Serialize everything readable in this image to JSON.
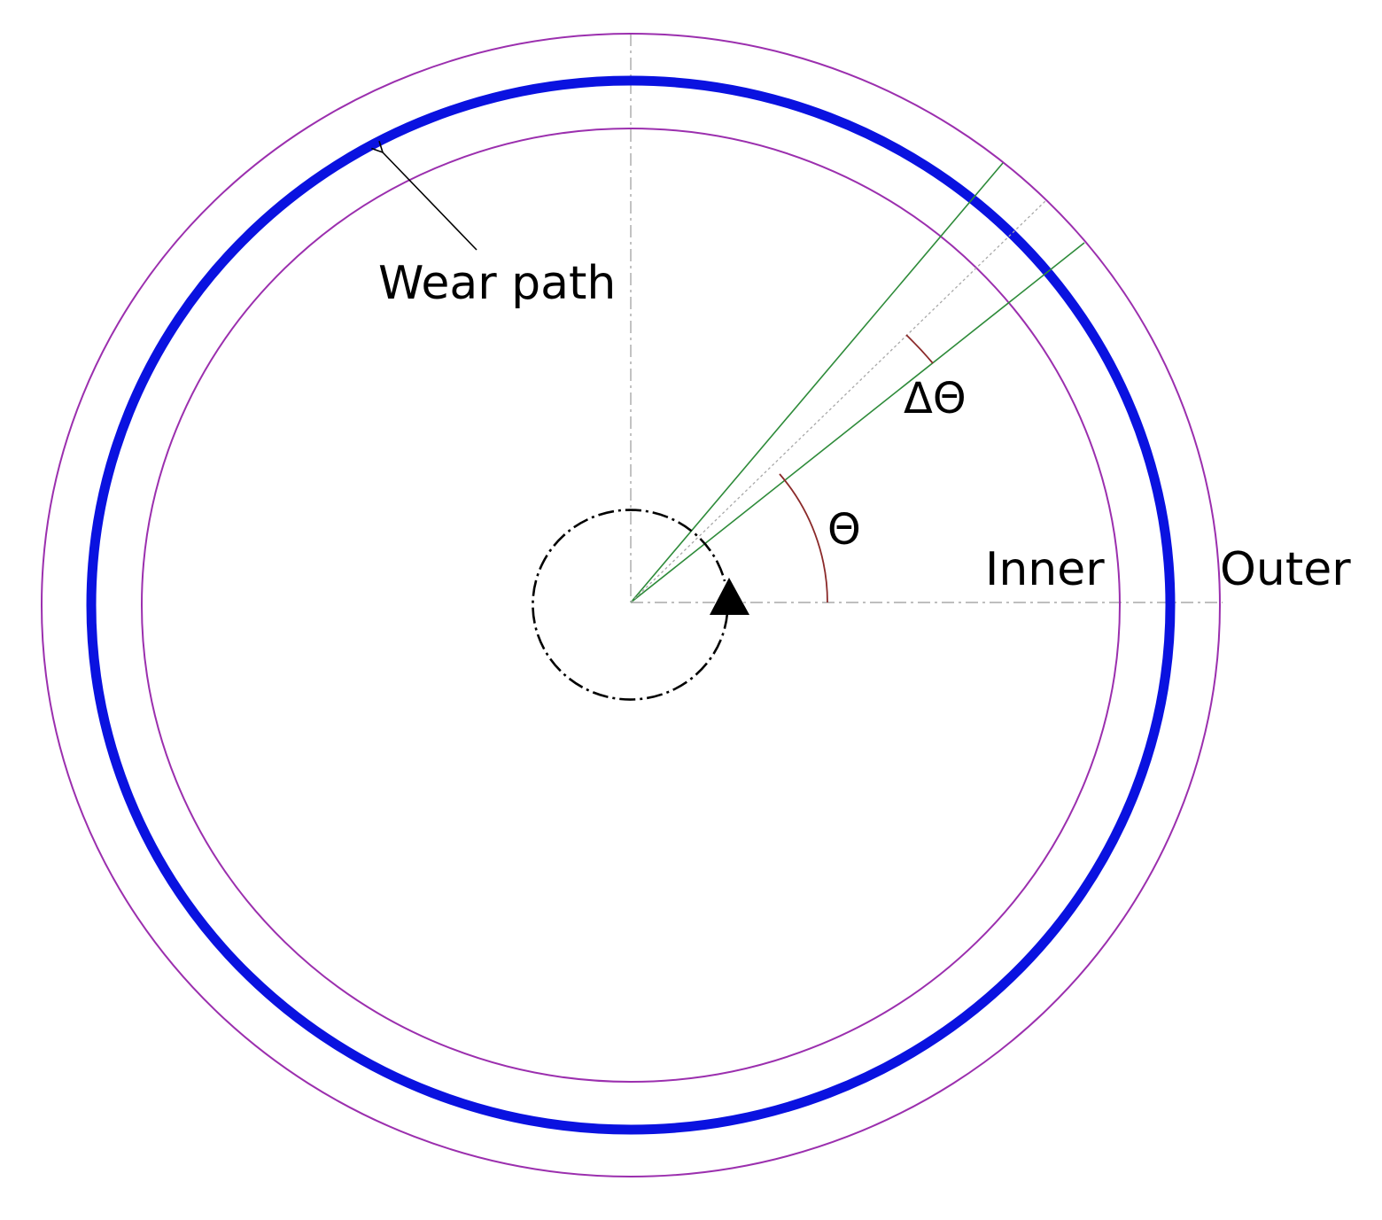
{
  "labels": {
    "wear_path": "Wear path",
    "delta_theta": "ΔΘ",
    "theta": "Θ",
    "inner": "Inner",
    "outer": "Outer"
  },
  "colors": {
    "background": "#ffffff",
    "boundary_circles": "#9b2fae",
    "wear_path": "#0a12e0",
    "sector_lines": "#2e8b3a",
    "angle_arcs": "#8b2a2a",
    "center_lines": "#a8a8a8",
    "rotation_indicator": "#000000",
    "text": "#000000"
  }
}
